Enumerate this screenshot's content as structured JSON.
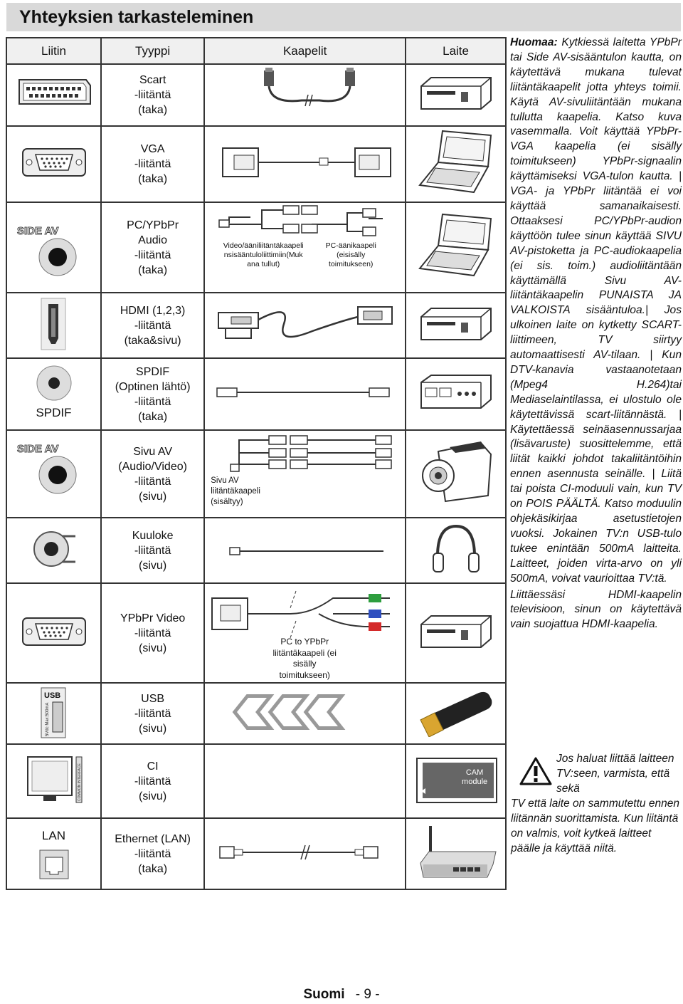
{
  "page_title": "Yhteyksien tarkasteleminen",
  "headers": {
    "liitin": "Liitin",
    "tyyppi": "Tyyppi",
    "kaapelit": "Kaapelit",
    "laite": "Laite"
  },
  "rows": [
    {
      "type": "Scart\n-liitäntä\n(taka)"
    },
    {
      "type": "VGA\n-liitäntä\n(taka)"
    },
    {
      "type": "PC/YPbPr\nAudio\n-liitäntä\n(taka)"
    },
    {
      "type": "HDMI (1,2,3)\n-liitäntä\n(taka&sivu)"
    },
    {
      "type": "SPDIF\n(Optinen lähtö)\n-liitäntä\n(taka)"
    },
    {
      "type": "Sivu AV\n(Audio/Video)\n-liitäntä\n(sivu)"
    },
    {
      "type": "Kuuloke\n-liitäntä\n(sivu)"
    },
    {
      "type": "YPbPr Video\n-liitäntä\n(sivu)"
    },
    {
      "type": "USB\n-liitäntä\n(sivu)"
    },
    {
      "type": "CI\n-liitäntä\n(sivu)"
    },
    {
      "type": "Ethernet (LAN)\n-liitäntä\n(taka)"
    }
  ],
  "connector_labels": {
    "side_av": "SIDE AV",
    "spdif": "SPDIF",
    "usb": "USB",
    "usb_rating": "5Vdc Max:500mA",
    "lan": "LAN",
    "common_interface": "COMMON INTERFACE"
  },
  "cable_labels": {
    "video_audio": "Video/ääniliitäntäkaapeli nsisääntuloliittimiin(Muk ana tullut)",
    "pc_audio": "PC-äänikaapeli (eisisälly toimitukseen)",
    "side_av": "Sivu AV liitäntäkaapeli (sisältyy)",
    "pc_ypbpr": "PC to YPbPr liitäntäkaapeli (ei sisälly toimitukseen)"
  },
  "device_labels": {
    "cam_module": "CAM module"
  },
  "side_note": [
    {
      "text": "Huomaa:",
      "bold": true
    },
    {
      "text": " Kytkiessä laitetta YPbPr tai Side AV-sisääntulon kautta, on käytettävä mukana tulevat liitäntäkaapelit jotta yhteys toimii. Käytä AV-sivuliitäntään mukana tullutta kaapelia. Katso kuva vasemmalla. Voit käyttää YPbPr- VGA kaapelia (ei sisälly toimitukseen) YPbPr-signaalin käyttämiseksi VGA-tulon kautta. | VGA- ja YPbPr liitäntää ei voi käyttää samanaikaisesti. Ottaaksesi PC/YPbPr-audion käyttöön tulee sinun käyttää SIVU AV-pistoketta ja PC-audiokaapelia (ei sis. toim.) audioliitäntään käyttämällä Sivu AV-liitäntäkaapelin PUNAISTA JA VALKOISTA sisääntuloa.| Jos ulkoinen laite on kytketty SCART-liittimeen, TV siirtyy automaattisesti AV-tilaan. | Kun DTV-kanavia vastaanotetaan (Mpeg4 H.264)tai Mediaselaintilassa, ei ulostulo ole käytettävissä scart-liitännästä. | Käytettäessä seinäasennussarjaa (lisävaruste) suosittelemme, että liität kaikki johdot takaliitäntöihin ennen asennusta seinälle. | Liitä tai poista CI-moduuli vain, kun TV on POIS PÄÄLTÄ. Katso moduulin ohjekäsikirjaa asetustietojen vuoksi. Jokainen TV:n USB-tulo tukee enintään 500mA laitteita. Laitteet, joiden virta-arvo on yli 500mA, voivat vaurioittaa TV:tä.",
      "bold": false
    },
    {
      "text": "Liittäessäsi HDMI-kaapelin televisioon, sinun on käytettävä vain suojattua HDMI-kaapelia.",
      "bold": false
    }
  ],
  "warning_text_1": "Jos haluat liittää laitteen TV:seen, varmista, että sekä",
  "warning_text_2": "TV että laite on sammutettu ennen liitännän suorittamista. Kun liitäntä on valmis, voit kytkeä laitteet päälle ja käyttää niitä.",
  "footer_lang": "Suomi",
  "footer_page": "- 9 -"
}
